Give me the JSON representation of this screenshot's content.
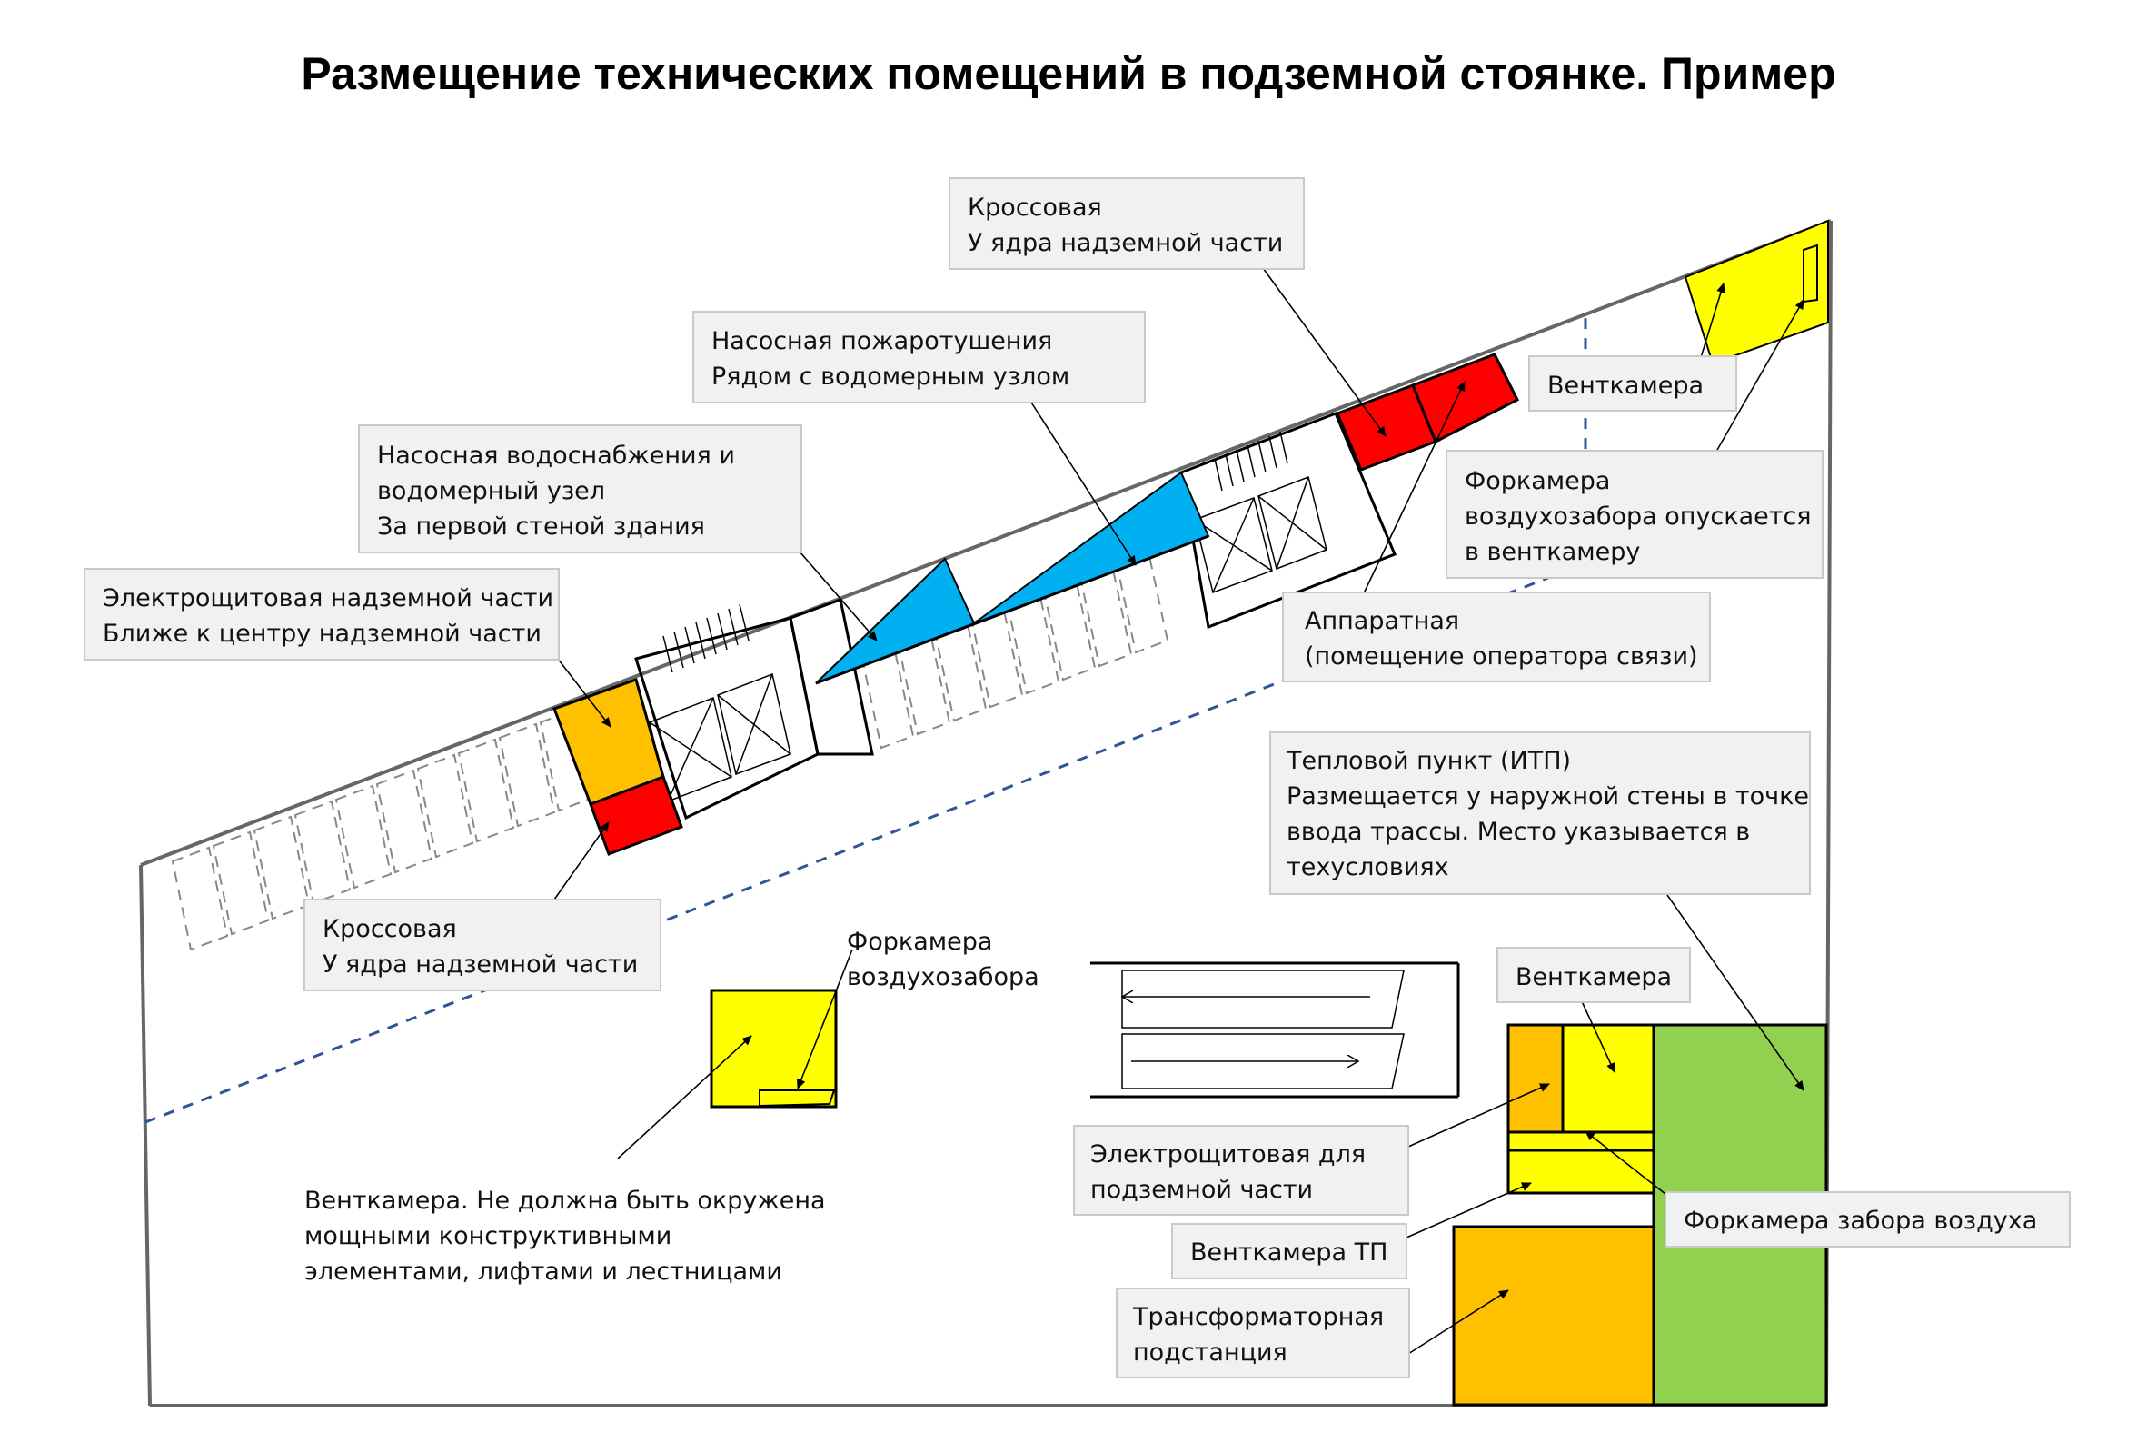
{
  "title": "Размещение технических помещений в подземной стоянке. Пример",
  "colors": {
    "red": "#ff0000",
    "orange": "#ffc000",
    "yellow": "#ffff00",
    "blue": "#00b0f0",
    "green": "#92d050",
    "callout_bg": "#f1f1f1",
    "dashed_line": "#2f5597"
  },
  "callouts": {
    "krossovaya_top": [
      "Кроссовая",
      "У ядра надземной части"
    ],
    "nasosnaya_pozh": [
      "Насосная пожаротушения",
      "Рядом с водомерным узлом"
    ],
    "nasosnaya_vodo": [
      "Насосная водоснабжения и",
      "водомерный узел",
      "За первой стеной здания"
    ],
    "elektroshchit_nadzem": [
      "Электрощитовая надземной части",
      "Ближе к центру надземной части"
    ],
    "ventkamera_top": [
      "Венткамера"
    ],
    "forkamera_top": [
      "Форкамера",
      "воздухозабора опускается",
      "в венткамеру"
    ],
    "apparatnaya": [
      "Аппаратная",
      "(помещение оператора связи)"
    ],
    "itp": [
      "Тепловой пункт (ИТП)",
      "Размещается у наружной стены в точке",
      "ввода трассы. Место указывается в",
      "техусловиях"
    ],
    "krossovaya_bottom": [
      "Кроссовая",
      "У ядра надземной части"
    ],
    "forkamera_mid": [
      "Форкамера",
      "воздухозабора"
    ],
    "ventkamera_mid": [
      "Венткамера. Не должна быть окружена",
      "мощными конструктивными",
      "элементами, лифтами и лестницами"
    ],
    "ventkamera_br": [
      "Венткамера"
    ],
    "elektroshchit_podzem": [
      "Электрощитовая для",
      "подземной части"
    ],
    "forkamera_zabora": [
      "Форкамера забора воздуха"
    ],
    "ventkamera_tp": [
      "Венткамера ТП"
    ],
    "transformatornaya": [
      "Трансформаторная",
      "подстанция"
    ]
  }
}
